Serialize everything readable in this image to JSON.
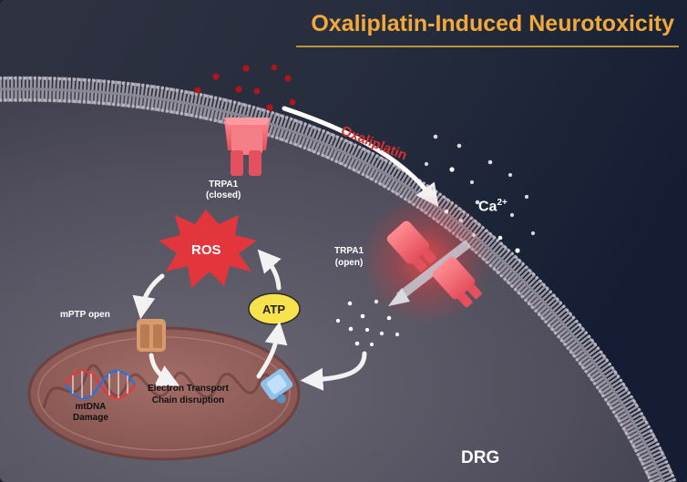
{
  "title": "Oxaliplatin-Induced Neurotoxicity",
  "drug_label": "Oxaliplatin",
  "ion_label": "Ca",
  "ion_charge": "2+",
  "trpa1_closed": {
    "name": "TRPA1",
    "state": "(closed)"
  },
  "trpa1_open": {
    "name": "TRPA1",
    "state": "(open)"
  },
  "ros_label": "ROS",
  "atp_label": "ATP",
  "mptp_label": "mPTP open",
  "etc_label": {
    "line1": "Electron Transport",
    "line2": "Chain disruption"
  },
  "mtdna_label": {
    "line1": "mtDNA",
    "line2": "Damage"
  },
  "cell_label": "DRG",
  "colors": {
    "title": "#f2a93b",
    "drug": "#d8322e",
    "channel": "#f5707a",
    "ros": "#e2353c",
    "atp": "#f6e24a",
    "mitochondrion": "#a9736e",
    "background": "#1b2233"
  },
  "icons": [
    "trpa1-channel-icon",
    "ros-burst-icon",
    "atp-badge-icon",
    "mptp-pore-icon",
    "dna-helix-icon",
    "etc-complex-icon",
    "mitochondrion-icon"
  ]
}
